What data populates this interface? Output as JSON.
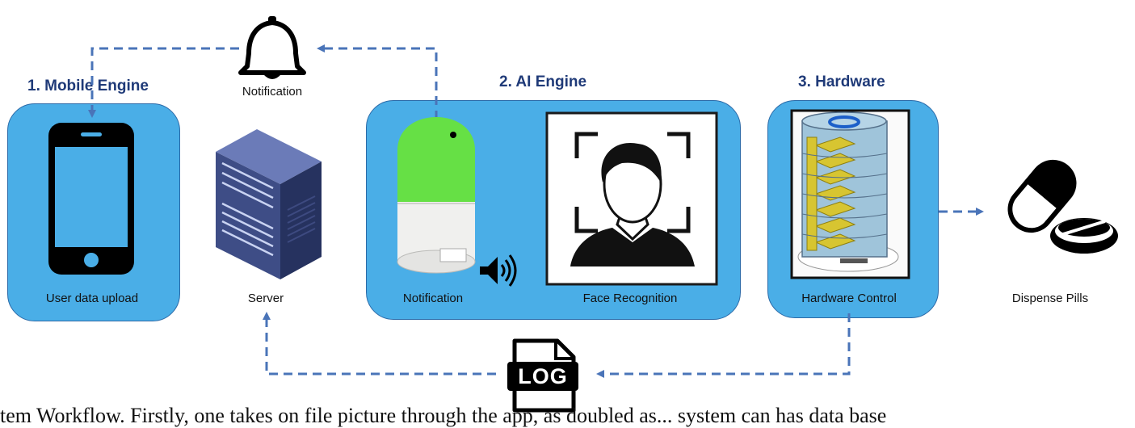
{
  "colors": {
    "panel": "#4aaee7",
    "panel_border": "#2b6aa8",
    "arrow": "#4a74b8",
    "title": "#1f3a78",
    "robot_head": "#66e045",
    "server": "#3b4a80"
  },
  "sections": {
    "mobile": {
      "title": "1. Mobile Engine",
      "label": "User data upload",
      "icon": "smartphone-icon"
    },
    "server": {
      "label": "Server",
      "icon": "server-rack-icon"
    },
    "notification_top": {
      "label": "Notification",
      "icon": "bell-icon"
    },
    "ai": {
      "title": "2. AI Engine",
      "robot_label": "Notification",
      "face_label": "Face Recognition",
      "icons": [
        "robot-icon",
        "speaker-icon",
        "face-scan-icon"
      ]
    },
    "hardware": {
      "title": "3. Hardware",
      "label": "Hardware Control",
      "icon": "pill-dispenser-icon"
    },
    "dispense": {
      "label": "Dispense Pills",
      "icon": "pills-icon"
    },
    "log": {
      "text": "LOG",
      "icon": "log-file-icon"
    }
  },
  "caption": "tem Workflow. Firstly, one takes on file picture through the app, as doubled as... system can has data base"
}
